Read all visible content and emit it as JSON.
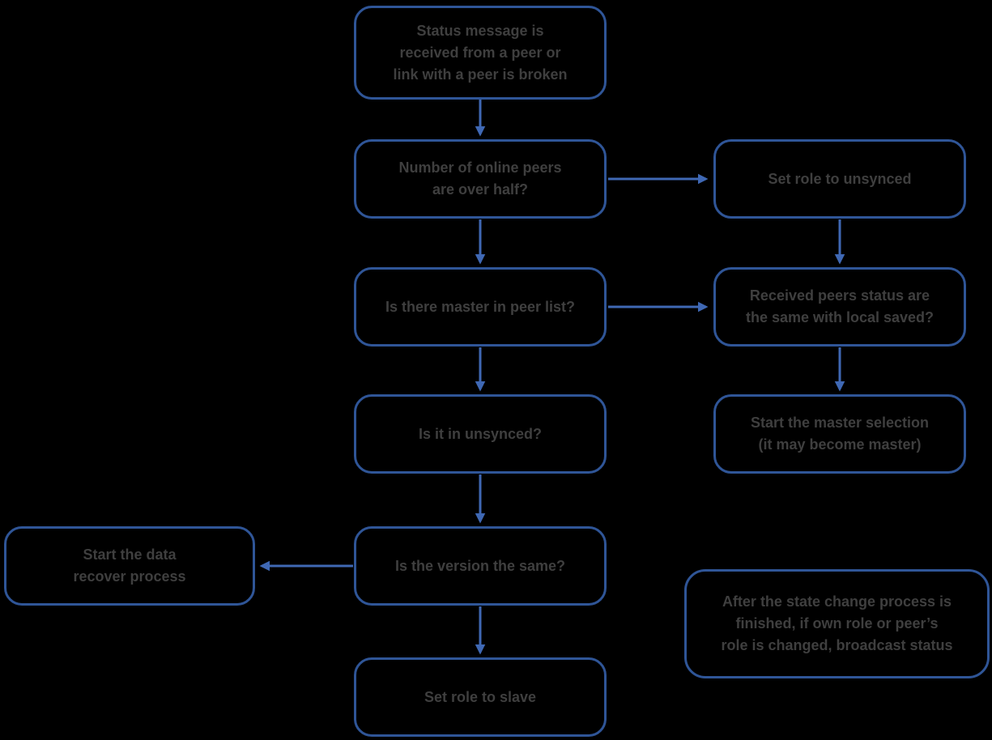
{
  "colors": {
    "background": "#000000",
    "box_border": "#2f5597",
    "arrow": "#3f68b4",
    "text": "#3f3f3f"
  },
  "flowchart": {
    "nodes": {
      "status_received": {
        "label": "Status message is\nreceived from a peer or\nlink with a peer is broken"
      },
      "peers_over_half": {
        "label": "Number of online peers\nare over half?"
      },
      "set_role_unsynced": {
        "label": "Set role to unsynced"
      },
      "master_in_peer_list": {
        "label": "Is there master in peer list?"
      },
      "peers_status_same": {
        "label": "Received peers status are\nthe same with local saved?"
      },
      "is_it_in_unsynced": {
        "label": "Is it in unsynced?"
      },
      "start_master_selection": {
        "label": "Start the master selection\n(it may become master)"
      },
      "is_version_same": {
        "label": "Is the version the same?"
      },
      "start_data_recover": {
        "label": "Start the data\nrecover process"
      },
      "set_role_slave": {
        "label": "Set role to slave"
      },
      "broadcast_note": {
        "label": "After the state change process is\nfinished, if own role or peer’s\nrole is changed, broadcast status"
      }
    },
    "edges": [
      {
        "from": "status_received",
        "to": "peers_over_half",
        "direction": "down"
      },
      {
        "from": "peers_over_half",
        "to": "set_role_unsynced",
        "direction": "right"
      },
      {
        "from": "peers_over_half",
        "to": "master_in_peer_list",
        "direction": "down"
      },
      {
        "from": "set_role_unsynced",
        "to": "peers_status_same",
        "direction": "down"
      },
      {
        "from": "master_in_peer_list",
        "to": "peers_status_same",
        "direction": "right"
      },
      {
        "from": "master_in_peer_list",
        "to": "is_it_in_unsynced",
        "direction": "down"
      },
      {
        "from": "peers_status_same",
        "to": "start_master_selection",
        "direction": "down"
      },
      {
        "from": "is_it_in_unsynced",
        "to": "is_version_same",
        "direction": "down"
      },
      {
        "from": "is_version_same",
        "to": "start_data_recover",
        "direction": "left"
      },
      {
        "from": "is_version_same",
        "to": "set_role_slave",
        "direction": "down"
      }
    ]
  }
}
